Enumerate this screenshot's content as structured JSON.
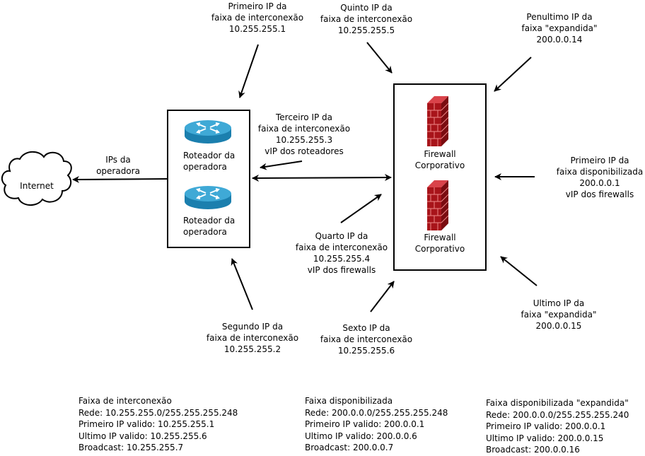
{
  "nodes": {
    "internet": {
      "label": "Internet"
    },
    "routers": [
      {
        "label_lines": [
          "Roteador da",
          "operadora"
        ]
      },
      {
        "label_lines": [
          "Roteador da",
          "operadora"
        ]
      }
    ],
    "firewalls": [
      {
        "label_lines": [
          "Firewall",
          "Corporativo"
        ]
      },
      {
        "label_lines": [
          "Firewall",
          "Corporativo"
        ]
      }
    ]
  },
  "link_labels": {
    "internet_link": [
      "IPs da",
      "operadora"
    ]
  },
  "annotations": {
    "primeiro_interconexao": [
      "Primeiro IP da",
      "faixa de interconexão",
      "10.255.255.1"
    ],
    "segundo_interconexao": [
      "Segundo IP da",
      "faixa de interconexão",
      "10.255.255.2"
    ],
    "terceiro_interconexao": [
      "Terceiro IP da",
      "faixa de interconexão",
      "10.255.255.3",
      "vIP dos roteadores"
    ],
    "quarto_interconexao": [
      "Quarto IP da",
      "faixa de interconexão",
      "10.255.255.4",
      "vIP dos firewalls"
    ],
    "quinto_interconexao": [
      "Quinto IP da",
      "faixa de interconexão",
      "10.255.255.5"
    ],
    "sexto_interconexao": [
      "Sexto IP da",
      "faixa de interconexão",
      "10.255.255.6"
    ],
    "penultimo_expandida": [
      "Penultimo IP da",
      "faixa \"expandida\"",
      "200.0.0.14"
    ],
    "primeiro_disponibilizada": [
      "Primeiro IP da",
      "faixa disponibilizada",
      "200.0.0.1",
      "vIP dos firewalls"
    ],
    "ultimo_expandida": [
      "Ultimo IP da",
      "faixa \"expandida\"",
      "200.0.0.15"
    ]
  },
  "ranges": [
    {
      "lines": [
        "Faixa de interconexão",
        "Rede: 10.255.255.0/255.255.255.248",
        "Primeiro IP valido: 10.255.255.1",
        "Ultimo IP valido: 10.255.255.6",
        "Broadcast: 10.255.255.7"
      ]
    },
    {
      "lines": [
        "Faixa disponibilizada",
        "Rede: 200.0.0.0/255.255.255.248",
        "Primeiro IP valido: 200.0.0.1",
        "Ultimo IP valido: 200.0.0.6",
        "Broadcast: 200.0.0.7"
      ]
    },
    {
      "lines": [
        "Faixa disponibilizada \"expandida\"",
        "Rede: 200.0.0.0/255.255.255.240",
        "Primeiro IP valido: 200.0.0.1",
        "Ultimo IP valido: 200.0.0.15",
        "Broadcast: 200.0.0.16"
      ]
    }
  ],
  "colors": {
    "router_top": "#3fa9d6",
    "router_side": "#1b7fae",
    "firewall_front": "#a8141a",
    "firewall_side": "#7a0c10",
    "firewall_top": "#d9434a"
  }
}
